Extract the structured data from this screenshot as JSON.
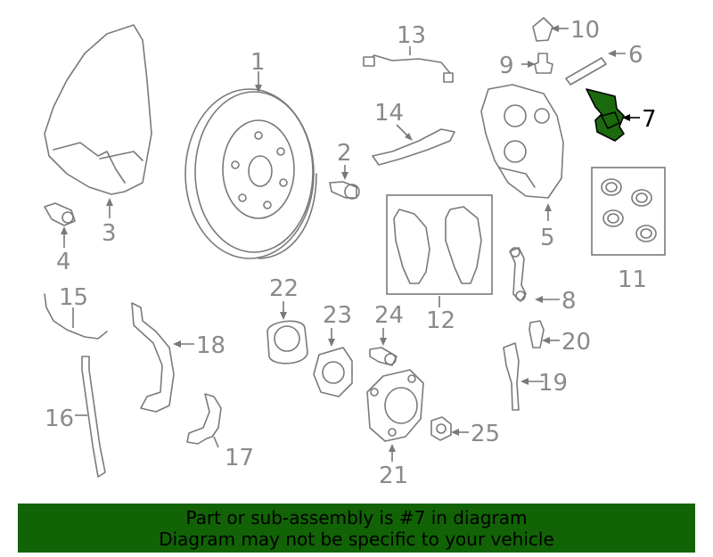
{
  "diagram": {
    "callouts": {
      "c1": "1",
      "c2": "2",
      "c3": "3",
      "c4": "4",
      "c5": "5",
      "c6": "6",
      "c7": "7",
      "c8": "8",
      "c9": "9",
      "c10": "10",
      "c11": "11",
      "c12": "12",
      "c13": "13",
      "c14": "14",
      "c15": "15",
      "c16": "16",
      "c17": "17",
      "c18": "18",
      "c19": "19",
      "c20": "20",
      "c21": "21",
      "c22": "22",
      "c23": "23",
      "c24": "24",
      "c25": "25"
    },
    "highlighted_part": "7",
    "highlight_color": "#1b6a0e"
  },
  "banner": {
    "line1": "Part or sub-assembly is #7 in diagram",
    "line2": "Diagram may not be specific to your vehicle",
    "background": "#116305"
  }
}
